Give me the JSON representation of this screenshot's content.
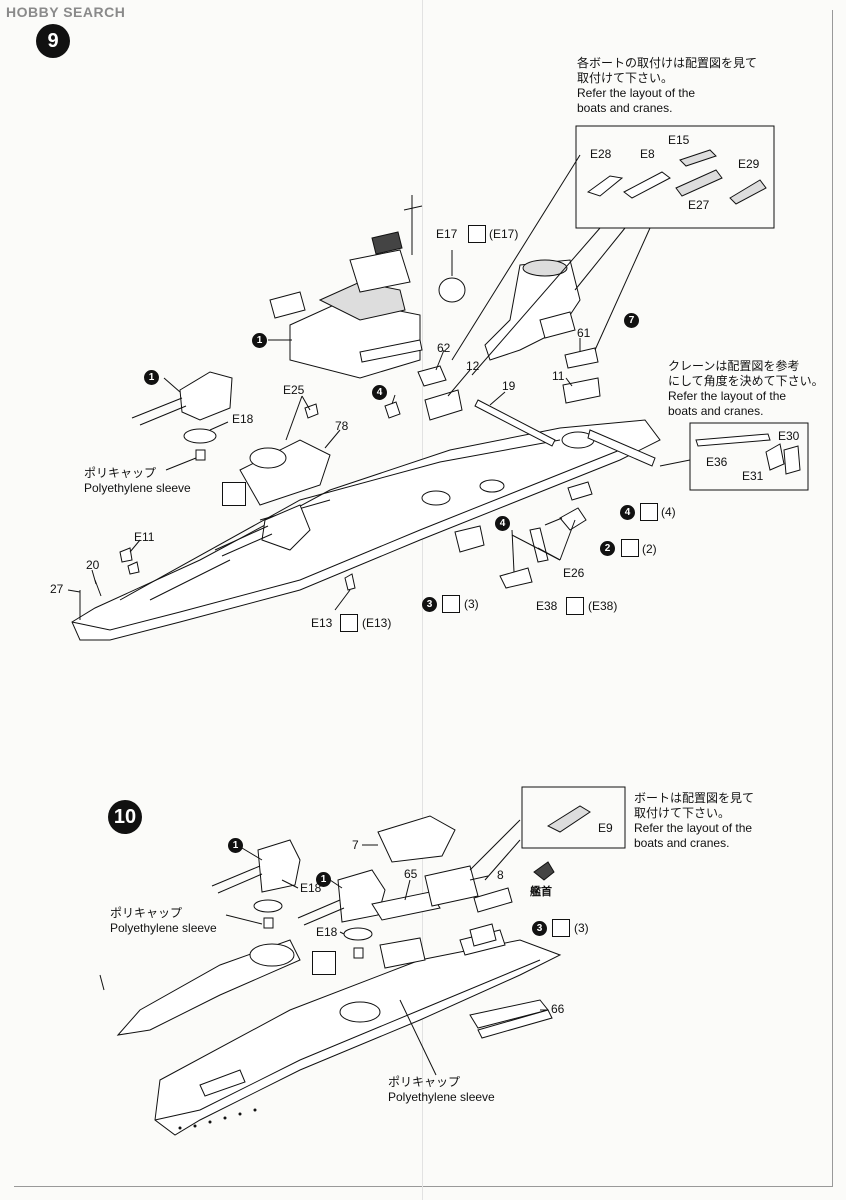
{
  "watermark": "HOBBY SEARCH",
  "step9": {
    "number": "9",
    "boats_note": [
      "各ボートの取付けは配置図を見て",
      "取付けて下さい。",
      "Refer the layout of the",
      "boats and cranes."
    ],
    "boat_parts": [
      "E28",
      "E8",
      "E15",
      "E27",
      "E29"
    ],
    "crane_note": [
      "クレーンは配置図を参考",
      "にして角度を決めて下さい。",
      "Refer the layout of the",
      "boats and cranes."
    ],
    "crane_parts": [
      "E30",
      "E36",
      "E31"
    ],
    "labels": {
      "e17": "E17",
      "e17_ref": "(E17)",
      "p62": "62",
      "p12": "12",
      "p61": "61",
      "p11": "11",
      "p19": "19",
      "e25": "E25",
      "p78": "78",
      "e18": "E18",
      "e11": "E11",
      "p20": "20",
      "p27": "27",
      "e13": "E13",
      "e13_ref": "(E13)",
      "e26": "E26",
      "e38": "E38",
      "e38_ref": "(E38)",
      "ref4": "(4)",
      "ref2": "(2)",
      "ref3": "(3)"
    },
    "badges": {
      "b1a": "1",
      "b1b": "1",
      "b4a": "4",
      "b4b": "4",
      "b4c": "4",
      "b2": "2",
      "b3": "3",
      "b7": "7"
    },
    "sleeve_jp": "ポリキャップ",
    "sleeve_en": "Polyethylene sleeve"
  },
  "step10": {
    "number": "10",
    "boat_note": [
      "ボートは配置図を見て",
      "取付けて下さい。",
      "Refer the layout of the",
      "boats and cranes."
    ],
    "boat_part": "E9",
    "labels": {
      "p7": "7",
      "p8": "8",
      "p65": "65",
      "p66": "66",
      "e18a": "E18",
      "e18b": "E18",
      "ref3": "(3)"
    },
    "badges": {
      "b1a": "1",
      "b1b": "1",
      "b3": "3"
    },
    "bow_mark": "艦首",
    "sleeve1_jp": "ポリキャップ",
    "sleeve1_en": "Polyethylene sleeve",
    "sleeve2_jp": "ポリキャップ",
    "sleeve2_en": "Polyethylene sleeve"
  }
}
